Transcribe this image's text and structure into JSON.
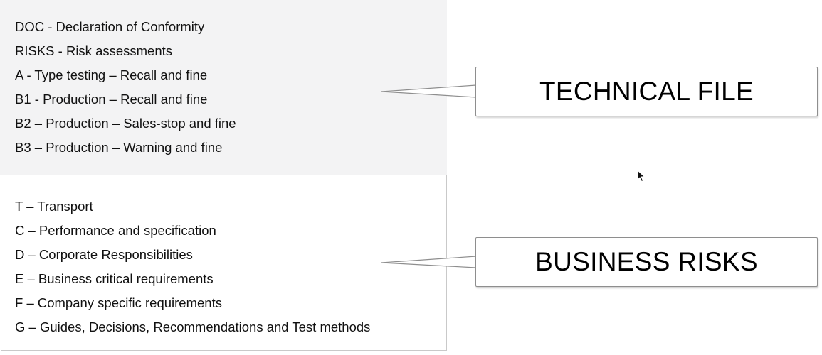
{
  "technical_items": [
    "DOC - Declaration of Conformity",
    "RISKS - Risk assessments",
    "A - Type testing – Recall and fine",
    "B1 - Production – Recall and fine",
    "B2 – Production – Sales-stop and fine",
    "B3 – Production – Warning and fine"
  ],
  "business_items": [
    "T – Transport",
    "C – Performance and specification",
    "D – Corporate Responsibilities",
    "E – Business critical requirements",
    "F – Company specific requirements",
    "G – Guides, Decisions, Recommendations and Test methods"
  ],
  "callouts": {
    "technical": "TECHNICAL FILE",
    "business": "BUSINESS RISKS"
  },
  "colors": {
    "top_panel_background": "#f3f3f4",
    "callout_border": "#8e8e8e",
    "text": "#111111"
  },
  "icons": {
    "cursor": "mouse-pointer-icon"
  }
}
